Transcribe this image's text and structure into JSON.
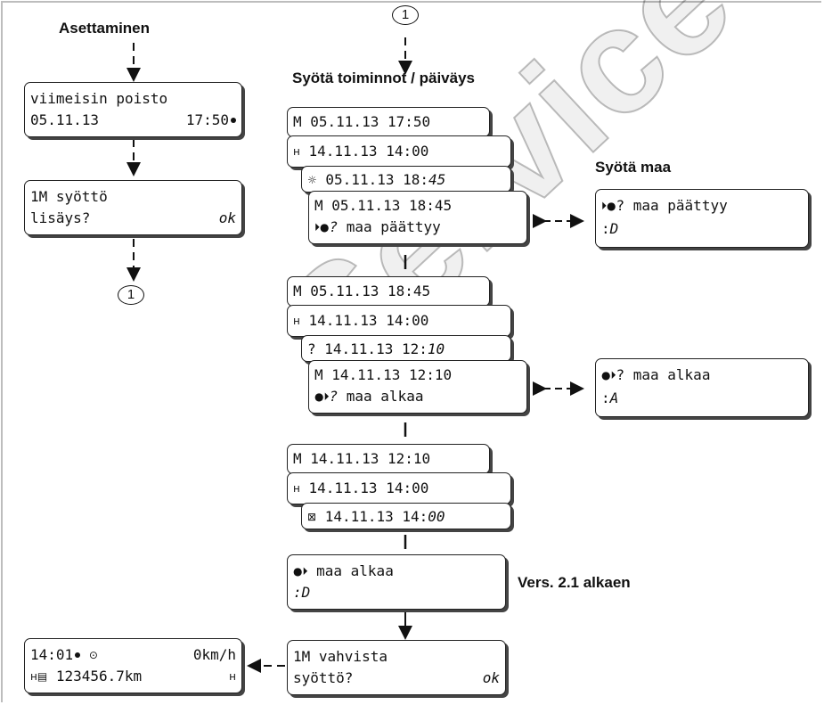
{
  "labels": {
    "setting": "Asettaminen",
    "enter_functions": "Syötä toiminnot / päiväys",
    "enter_country": "Syötä maa",
    "vers": "Vers. 2.1 alkaen",
    "ref_top": "1",
    "ref_bottom": "1"
  },
  "watermark": "Service",
  "displays": {
    "last_removal": {
      "line1": "viimeisin poisto",
      "date": "05.11.13",
      "time": "17:50"
    },
    "add_entry": {
      "line1": "1M syöttö",
      "line2": "lisäys?",
      "ok": "ok"
    },
    "block1": {
      "a_line1": "M 05.11.13 17:50",
      "a_line2": "14.11.13 14:00",
      "b_date": "05.11.13 18:",
      "b_min": "45",
      "c_line1": "M 05.11.13 18:45",
      "c_q": "?",
      "c_text": "maa päättyy"
    },
    "country_end": {
      "line1": "? maa päättyy",
      "value": "D"
    },
    "block2": {
      "a_line1": "M 05.11.13 18:45",
      "a_line2": "14.11.13 14:00",
      "b_date": "? 14.11.13 12:",
      "b_min": "10",
      "c_line1": "M 14.11.13 12:10",
      "c_q": "?",
      "c_text": "maa alkaa"
    },
    "country_start": {
      "line1": "? maa alkaa",
      "value": "A"
    },
    "block3": {
      "a_line1": "M 14.11.13 12:10",
      "a_line2": "14.11.13 14:00",
      "b_date": "14.11.13 14:",
      "b_min": "00"
    },
    "country_start_v21": {
      "line1": "maa alkaa",
      "value": "D"
    },
    "confirm": {
      "line1": "1M vahvista",
      "line2": "syöttö?",
      "ok": "ok"
    },
    "standby": {
      "time": "14:01",
      "speed": "0km/h",
      "odo": "123456.7km"
    }
  },
  "icons": {
    "bed": "bed-icon",
    "hand": "hand-icon",
    "sun": "sun-icon",
    "box": "box-icon",
    "flag_end": "country-end-icon",
    "flag_start": "country-start-icon",
    "vehicle": "vehicle-icon",
    "card": "card-icon"
  },
  "colors": {
    "line": "#111111",
    "frame": "#bdbdbd",
    "watermark": "#000000"
  }
}
